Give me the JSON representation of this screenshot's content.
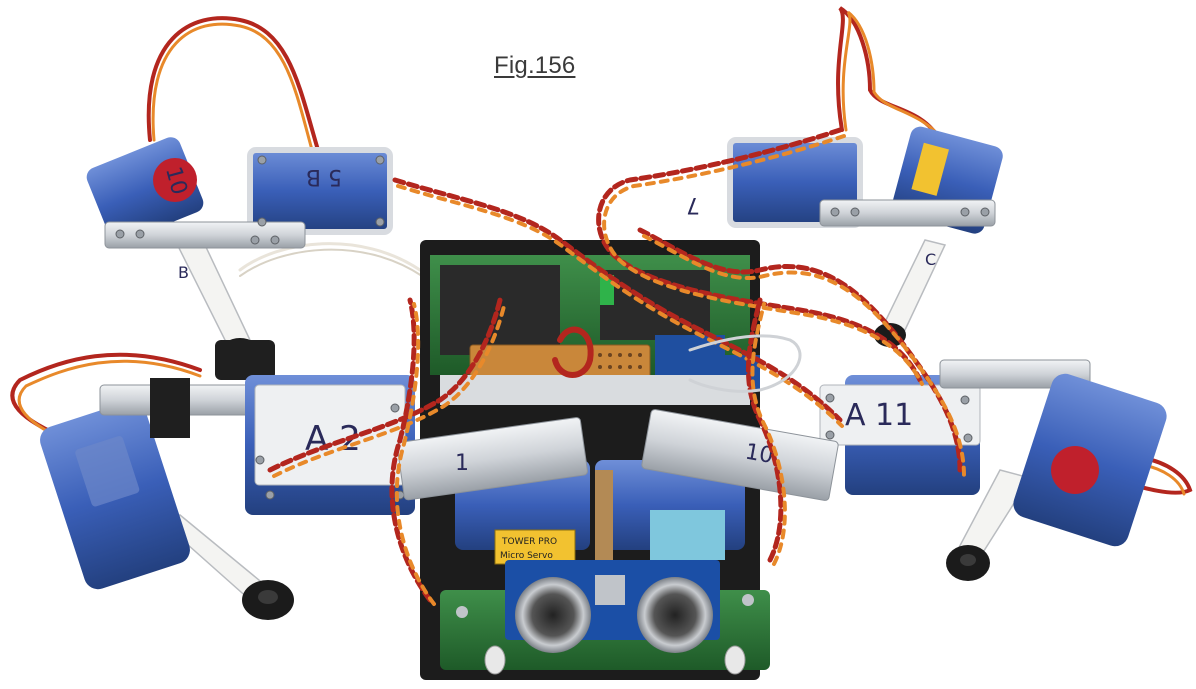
{
  "figure": {
    "caption": "Fig.156"
  },
  "photo": {
    "servo_labels": {
      "s10": "10",
      "s5B": "5 B",
      "s7": "7",
      "sA2": "A 2",
      "s1": "1",
      "s10b": "10",
      "sA11": "A 11",
      "legB": "B",
      "legC": "C"
    },
    "module_text": {
      "servo_brand": "TOWER PRO",
      "servo_model": "Micro Servo"
    },
    "colors": {
      "servo_blue": "#3a5fb8",
      "aluminum": "#cfd3d8",
      "pcb_green": "#2f7a3a",
      "wire_orange": "#e06a1a",
      "wire_red": "#b3261e"
    }
  }
}
